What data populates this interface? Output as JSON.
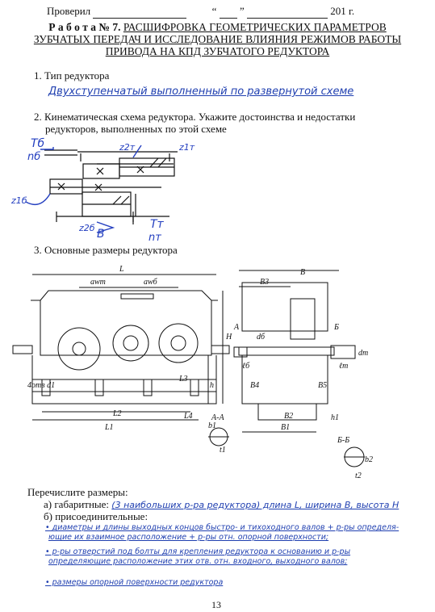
{
  "header": {
    "checked_label": "Проверил",
    "quote_open": "“",
    "quote_close": "”",
    "year": "201   г."
  },
  "title": {
    "work_label": "Р а б о т а № 7.",
    "line1": "РАСШИФРОВКА ГЕОМЕТРИЧЕСКИХ ПАРАМЕТРОВ",
    "line2": "ЗУБЧАТЫХ ПЕРЕДАЧ И ИССЛЕДОВАНИЕ ВЛИЯНИЯ РЕЖИМОВ РАБОТЫ",
    "line3": "ПРИВОДА НА КПД ЗУБЧАТОГО РЕДУКТОРА"
  },
  "section1": {
    "question": "1.  Тип редуктора",
    "answer": "Двухступенчатый выполненный по развернутой схеме"
  },
  "section2": {
    "question_line1": "2.  Кинематическая схема редуктора. Укажите достоинства и недостатки",
    "question_line2": "редукторов, выполненных по этой схеме",
    "labels": {
      "tb": "Тб",
      "nb": "nб",
      "z2t": "z2т",
      "z1t": "z1т",
      "z1b": "z1б",
      "z2b": "z2б",
      "b": "В",
      "tt": "Тт",
      "nt": "nт"
    }
  },
  "section3": {
    "question": "3.  Основные размеры редуктора",
    "dims": {
      "L": "L",
      "awt": "awт",
      "awb": "awб",
      "H": "H",
      "h": "h",
      "L1": "L1",
      "L2": "L2",
      "L3": "L3",
      "L4": "L4",
      "n_d1": "4отв d1",
      "B": "B",
      "B1": "B1",
      "B2": "B2",
      "B3": "B3",
      "B4": "B4",
      "B5": "B5",
      "A": "A",
      "AA": "А-А",
      "BB": "Б-Б",
      "B_letter": "Б",
      "db": "dб",
      "dt": "dт",
      "lb": "ℓб",
      "lt": "ℓт",
      "t1": "t1",
      "t2": "t2",
      "b1": "b1",
      "b2": "b2",
      "h1": "h1"
    }
  },
  "list": {
    "heading": "Перечислите размеры:",
    "a_label": "а) габаритные:",
    "a_answer": "(3 наибольших р-ра редуктора) длина L, ширина B, высота H",
    "b_label": "б) присоединительные:",
    "b_item1_line1": "• диаметры и длины выходных концов быстро- и тихоходного валов + р-ры определя-",
    "b_item1_line2": "ющие их взаимное расположение + р-ры отн. опорной поверхности;",
    "b_item2_line1": "• р-ры отверстий под болты для крепления редуктора к основанию и р-ры",
    "b_item2_line2": "определяющие расположение этих отв. отн. входного, выходного валов;",
    "b_item3": "• размеры опорной поверхности редуктора"
  },
  "page_number": "13"
}
